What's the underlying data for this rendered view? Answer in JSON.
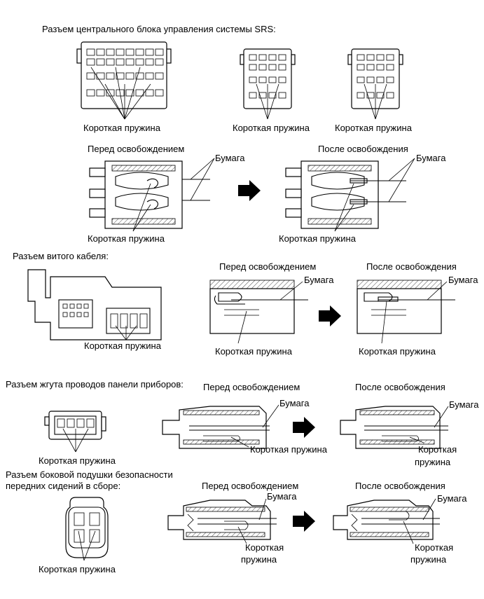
{
  "sections": {
    "srs": {
      "heading": "Разъем центрального блока управления системы SRS:",
      "label_a": "Короткая пружина",
      "label_b": "Короткая пружина",
      "label_c": "Короткая пружина",
      "before": "Перед освобождением",
      "after": "После освобождения",
      "paper_before": "Бумага",
      "paper_after": "Бумага",
      "spring_before": "Короткая пружина",
      "spring_after": "Короткая пружина"
    },
    "spiral": {
      "heading": "Разъем витого кабеля:",
      "spring_connector": "Короткая пружина",
      "before": "Перед освобождением",
      "after": "После освобождения",
      "paper_before": "Бумага",
      "paper_after": "Бумага",
      "spring_before": "Короткая пружина",
      "spring_after": "Короткая пружина"
    },
    "panel": {
      "heading": "Разъем жгута проводов панели приборов:",
      "spring_connector": "Короткая пружина",
      "before": "Перед освобождением",
      "after": "После освобождения",
      "paper_before": "Бумага",
      "paper_after": "Бумага",
      "spring_before": "Короткая пружина",
      "spring_after_1": "Короткая",
      "spring_after_2": "пружина"
    },
    "side": {
      "heading_1": "Разъем боковой подушки безопасности",
      "heading_2": "передних сидений в сборе:",
      "spring_connector": "Короткая пружина",
      "before": "Перед освобождением",
      "after": "После освобождения",
      "paper_before": "Бумага",
      "paper_after": "Бумага",
      "spring_before_1": "Короткая",
      "spring_before_2": "пружина",
      "spring_after_1": "Короткая",
      "spring_after_2": "пружина"
    }
  },
  "icons": [
    "right-arrow-icon"
  ]
}
